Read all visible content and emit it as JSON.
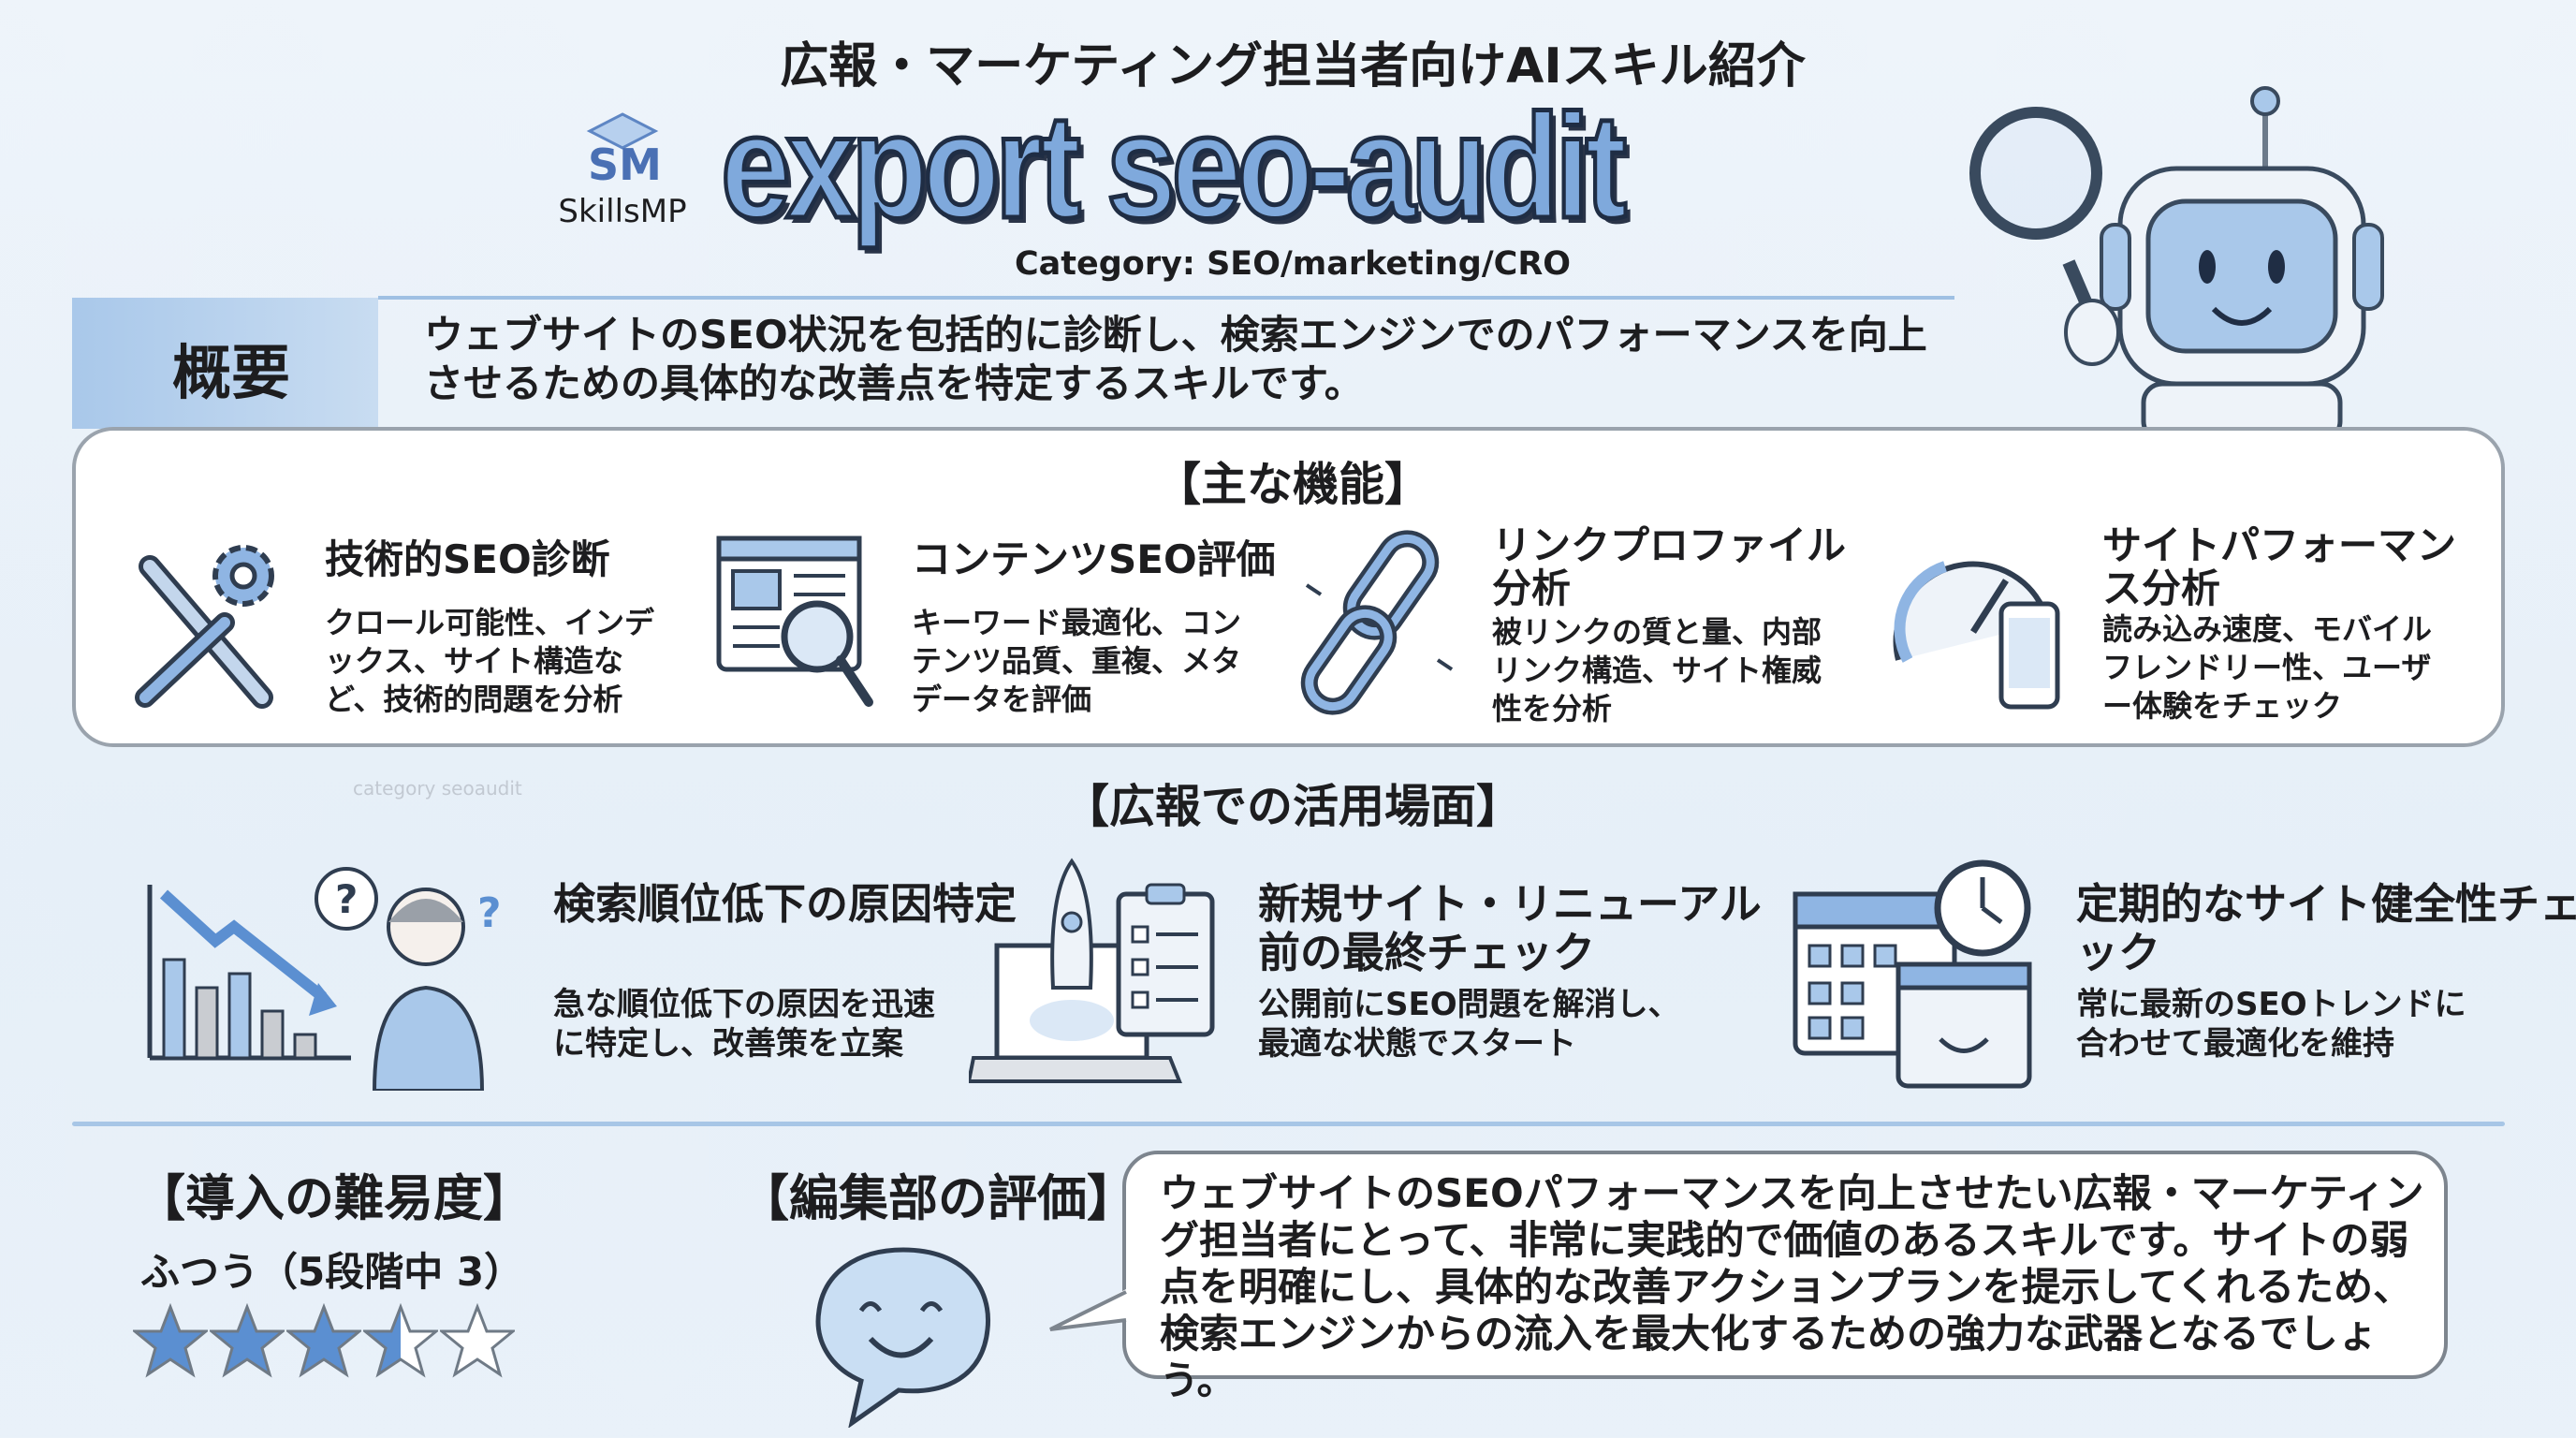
{
  "header": {
    "title": "広報・マーケティング担当者向けAIスキル紹介",
    "logo_text": "SkillsMP",
    "skill_name": "export seo-audit",
    "category": "Category: SEO/marketing/CRO"
  },
  "overview": {
    "label": "概要",
    "text": "ウェブサイトのSEO状況を包括的に診断し、検索エンジンでのパフォーマンスを向上させるための具体的な改善点を特定するスキルです。"
  },
  "features": {
    "heading": "【主な機能】",
    "items": [
      {
        "title": "技術的SEO診断",
        "desc": "クロール可能性、インデックス、サイト構造など、技術的問題を分析",
        "icon": "wrench-gear-icon"
      },
      {
        "title": "コンテンツSEO評価",
        "desc": "キーワード最適化、コンテンツ品質、重複、メタデータを評価",
        "icon": "document-magnifier-icon"
      },
      {
        "title": "リンクプロファイル分析",
        "desc": "被リンクの質と量、内部リンク構造、サイト権威性を分析",
        "icon": "chain-link-icon"
      },
      {
        "title": "サイトパフォーマンス分析",
        "desc": "読み込み速度、モバイルフレンドリー性、ユーザー体験をチェック",
        "icon": "speedometer-phone-icon"
      }
    ]
  },
  "use_cases": {
    "heading": "【広報での活用場面】",
    "watermark": "category seoaudit",
    "items": [
      {
        "title": "検索順位低下の原因特定",
        "desc": "急な順位低下の原因を迅速に特定し、改善策を立案",
        "icon": "declining-chart-person-icon"
      },
      {
        "title": "新規サイト・リニューアル前の最終チェック",
        "desc": "公開前にSEO問題を解消し、最適な状態でスタート",
        "icon": "rocket-laptop-checklist-icon"
      },
      {
        "title": "定期的なサイト健全性チェック",
        "desc": "常に最新のSEOトレンドに合わせて最適化を維持",
        "icon": "calendar-clock-icon"
      }
    ]
  },
  "difficulty": {
    "heading": "【導入の難易度】",
    "value_text": "ふつう（5段階中 3）",
    "rating": 3,
    "stars_filled_shown": 3.5,
    "max": 5
  },
  "editor_review": {
    "heading": "【編集部の評価】",
    "text": "ウェブサイトのSEOパフォーマンスを向上させたい広報・マーケティング担当者にとって、非常に実践的で価値のあるスキルです。サイトの弱点を明確にし、具体的な改善アクションプランを提示してくれるため、検索エンジンからの流入を最大化するための強力な武器となるでしょう。"
  },
  "colors": {
    "accent": "#7fa9dc",
    "band": "#a9c8ea",
    "star": "#5b8fd1",
    "outline": "#1f2d44"
  }
}
